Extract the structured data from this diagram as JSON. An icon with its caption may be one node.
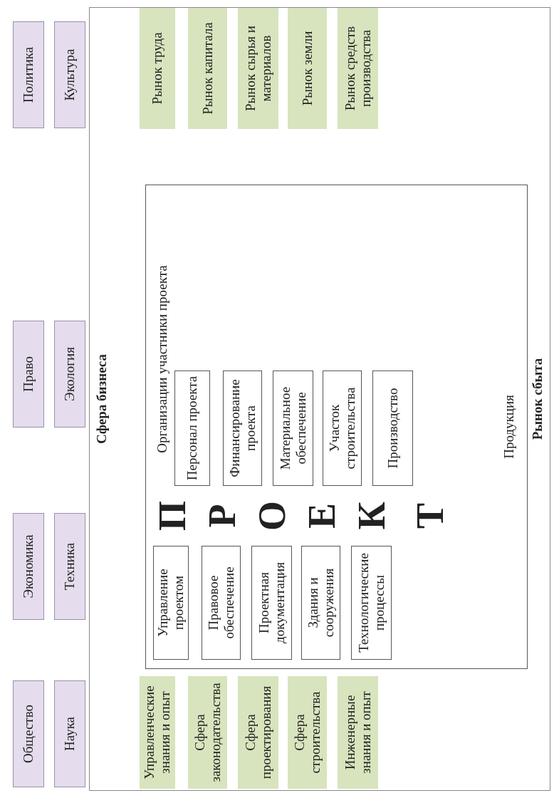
{
  "diagram": {
    "nodes": [
      {
        "text": [
          "Общество"
        ]
      },
      {
        "text": [
          "Экономика"
        ]
      },
      {
        "text": [
          "Право"
        ]
      },
      {
        "text": [
          "Политика"
        ]
      },
      {
        "text": [
          "Наука"
        ]
      },
      {
        "text": [
          "Техника"
        ]
      },
      {
        "text": [
          "Экология"
        ]
      },
      {
        "text": [
          "Культура"
        ]
      },
      {
        "text": [
          "Сфера бизнеса",
          "Рынок сбыта"
        ]
      },
      {
        "text": [
          "Управленческие знания и опыт"
        ],
        "in": 8
      },
      {
        "text": [
          "Сфера законодательства"
        ],
        "in": 8
      },
      {
        "text": [
          "Сфера проектирования"
        ],
        "in": 8
      },
      {
        "text": [
          "Сфера строительства"
        ],
        "in": 8
      },
      {
        "text": [
          "Инженерные знания и опыт"
        ],
        "in": 8
      },
      {
        "text": [
          "Организации участники проекта",
          "Продукция"
        ],
        "in": 8
      },
      {
        "text": [
          "Управление проектом"
        ],
        "in": 14
      },
      {
        "text": [
          "Правовое обеспечение"
        ],
        "in": 14
      },
      {
        "text": [
          "Проектная документация"
        ],
        "in": 14
      },
      {
        "text": [
          "Здания и сооружения"
        ],
        "in": 14
      },
      {
        "text": [
          "Технологические процессы"
        ],
        "in": 14
      },
      {
        "text": [
          "Персонал проекта"
        ],
        "in": 14
      },
      {
        "text": [
          "Финансирование проекта"
        ],
        "in": 14
      },
      {
        "text": [
          "Материальное обеспечение"
        ],
        "in": 14
      },
      {
        "text": [
          "Участок строительства"
        ],
        "in": 14
      },
      {
        "text": [
          "Производство"
        ],
        "in": 14
      },
      {
        "text": [
          "Рынок труда"
        ],
        "in": 8
      },
      {
        "text": [
          "Рынок капитала"
        ],
        "in": 8
      },
      {
        "text": [
          "Рынок сырья и материалов"
        ],
        "in": 8
      },
      {
        "text": [
          "Рынок земли"
        ],
        "in": 8
      },
      {
        "text": [
          "Рынок средств производства"
        ],
        "in": 8
      }
    ],
    "edges": [],
    "labels": [
      "П",
      "Р",
      "О",
      "Е",
      "К",
      "Т"
    ]
  }
}
